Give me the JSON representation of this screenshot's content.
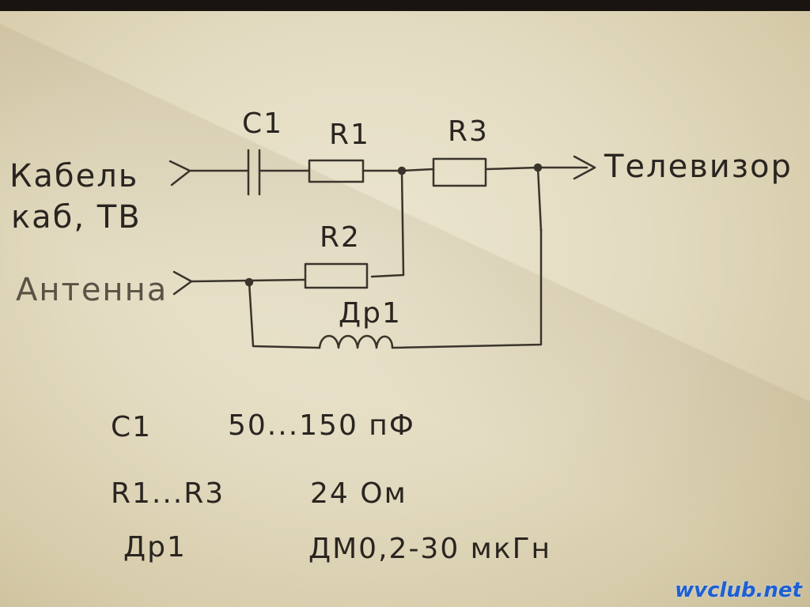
{
  "inputs": {
    "cable_line1": "Кабель",
    "cable_line2": "каб, ТВ",
    "antenna": "Антенна"
  },
  "output": {
    "tv": "Телевизор"
  },
  "components": {
    "c1": "C1",
    "r1": "R1",
    "r2": "R2",
    "r3": "R3",
    "dr1": "Др1"
  },
  "parts_list": [
    {
      "ref": "C1",
      "value": "50...150 пФ"
    },
    {
      "ref": "R1...R3",
      "value": "24 Ом"
    },
    {
      "ref": "Др1",
      "value": "ДМ0,2-30 мкГн"
    }
  ],
  "watermark": "wvclub.net",
  "colors": {
    "paper": "#e6dec4",
    "ink": "#2a2520",
    "pencil": "#6a6050",
    "watermark": "#1f5fd0"
  }
}
